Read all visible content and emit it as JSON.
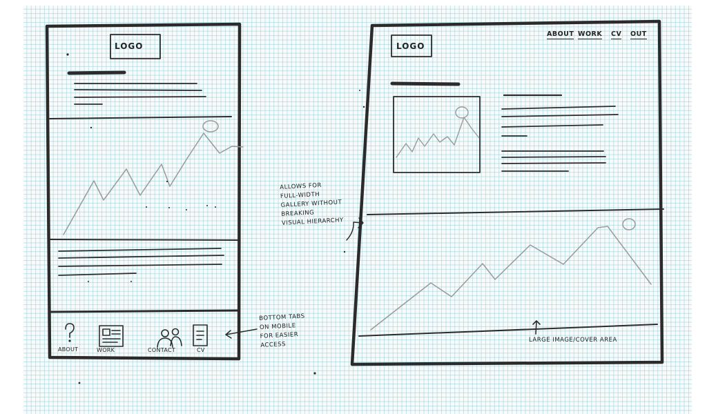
{
  "mobile": {
    "logo": "LOGO",
    "tabs": [
      {
        "label": "ABOUT",
        "icon": "question-icon"
      },
      {
        "label": "WORK",
        "icon": "portfolio-icon"
      },
      {
        "label": "CONTACT",
        "icon": "people-icon"
      },
      {
        "label": "CV",
        "icon": "document-icon"
      }
    ]
  },
  "desktop": {
    "logo": "LOGO",
    "nav": [
      "ABOUT",
      "WORK",
      "CV",
      "OUT"
    ]
  },
  "annotations": {
    "full_width": [
      "ALLOWS FOR",
      "FULL-WIDTH",
      "GALLERY WITHOUT",
      "BREAKING",
      "VISUAL HIERARCHY"
    ],
    "bottom_tabs": [
      "BOTTOM TABS",
      "ON MOBILE",
      "FOR EASIER",
      "ACCESS"
    ],
    "large_image": "LARGE IMAGE/COVER AREA"
  },
  "colors": {
    "ink": "#2b2b2b",
    "pencil": "#9a9a9a",
    "grid": "#96cdd7"
  }
}
